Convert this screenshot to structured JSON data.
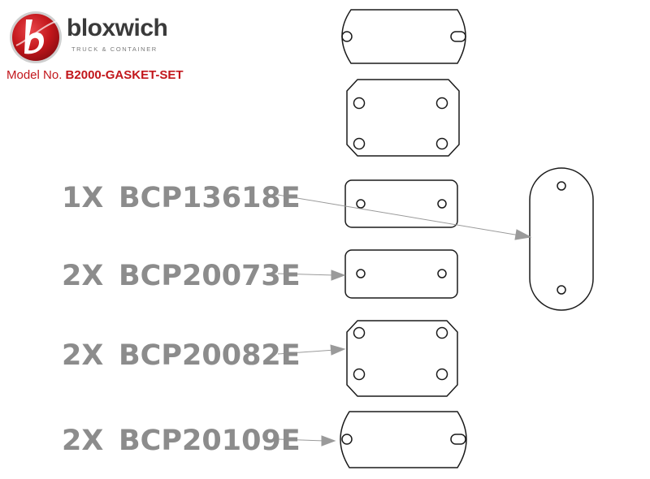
{
  "brand": {
    "name": "bloxwich",
    "tagline": "TRUCK & CONTAINER",
    "logo_icon": "b-swoosh-logo",
    "accent_color": "#c2161b"
  },
  "model": {
    "label": "Model No.",
    "number": "B2000-GASKET-SET"
  },
  "callouts": [
    {
      "qty": "1X",
      "part": "BCP13618E"
    },
    {
      "qty": "2X",
      "part": "BCP20073E"
    },
    {
      "qty": "2X",
      "part": "BCP20082E"
    },
    {
      "qty": "2X",
      "part": "BCP20109E"
    }
  ],
  "colors": {
    "callout_text": "#8c8c8c",
    "outline": "#1a1a1a",
    "leader": "#9a9a9a"
  }
}
